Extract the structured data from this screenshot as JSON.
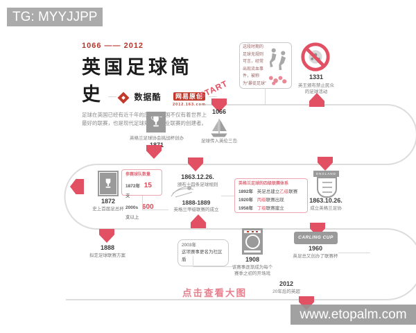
{
  "watermarks": {
    "top": "TG: MYYJJPP",
    "bottom": "www.etopalm.com"
  },
  "header": {
    "years": "1066 —— 2012",
    "title": "英国足球简史",
    "intro": "足球在英国已经有近千年的历史，英国不仅有着世界上最好的联赛，也是现代足球规则和职业联赛的创建者。",
    "logo_datacool": "数据酷",
    "logo_netease": "网易原创",
    "logo_netease_sub": "2012.163.com"
  },
  "timeline": {
    "start_label": "START",
    "accent": "#e25064",
    "line_color": "#dcdcdc"
  },
  "events": {
    "intro_box": "这段时期的足球无规则可言，经常出现流血事件，被称为“暴徒足球”",
    "y1331": {
      "year": "1331",
      "text": "英王颁布禁止民众的足球活动"
    },
    "y1066": {
      "year": "1066",
      "text": "足球传入英伦三岛"
    },
    "y1871": {
      "year": "1871",
      "text": "英格兰足球协会挑战杯创办"
    },
    "y1863_12": {
      "year": "1863.12.26.",
      "text": "颁布十四条足球规则"
    },
    "y1872": {
      "year": "1872",
      "text": "史上首届足总杯"
    },
    "y1863_10": {
      "year": "1863.10.26.",
      "text": "成立英格兰足协",
      "crest_label": "ENGLAND"
    },
    "y1888": {
      "year": "1888",
      "text": "拟定足球联赛方案"
    },
    "y1888_89": {
      "year": "1888-1889",
      "text": "英格兰甲级联赛的成立"
    },
    "y2003": {
      "year": "2003年",
      "text": "这项赛事更名为社区盾"
    },
    "y1908": {
      "year": "1908",
      "text": "该赛事逐渐成为每个赛季之初的开场戏"
    },
    "y1960": {
      "year": "1960",
      "text": "英足总又创办了联赛杯",
      "logo": "CARLING CUP"
    },
    "y2012": {
      "year": "2012",
      "text": "20年后的英超"
    }
  },
  "stats_box": {
    "title": "参赛球队数量",
    "rows": [
      {
        "label": "1872年",
        "value": "15",
        "unit": "支"
      },
      {
        "label": "2000s",
        "value": "600",
        "unit": "支以上"
      }
    ]
  },
  "league_box": {
    "title": "英格兰足球的四级联赛体系",
    "rows": [
      {
        "year": "1892年",
        "pre": "英足总建立",
        "highlight": "乙级",
        "post": "联赛"
      },
      {
        "year": "1920年",
        "pre": "",
        "highlight": "丙级",
        "post": "联赛出现"
      },
      {
        "year": "1958年",
        "pre": "",
        "highlight": "丁级",
        "post": "联赛建立"
      }
    ]
  },
  "footer": {
    "view_large": "点击查看大图"
  }
}
